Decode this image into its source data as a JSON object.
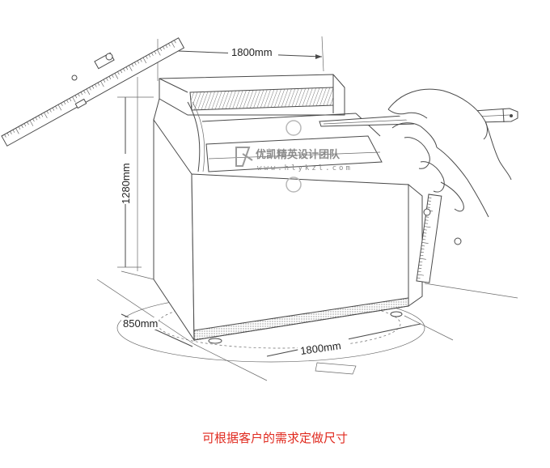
{
  "dimensions": {
    "top_width": "1800mm",
    "height": "1280mm",
    "depth": "850mm",
    "bottom_width": "1800mm"
  },
  "watermark": {
    "name": "优凯精英设计团队",
    "url": "www.hlykzl.com"
  },
  "caption": "可根据客户的需求定做尺寸",
  "colors": {
    "caption": "#e02a1f",
    "line": "#4a4a4a",
    "watermark": "#8a8a8a"
  }
}
